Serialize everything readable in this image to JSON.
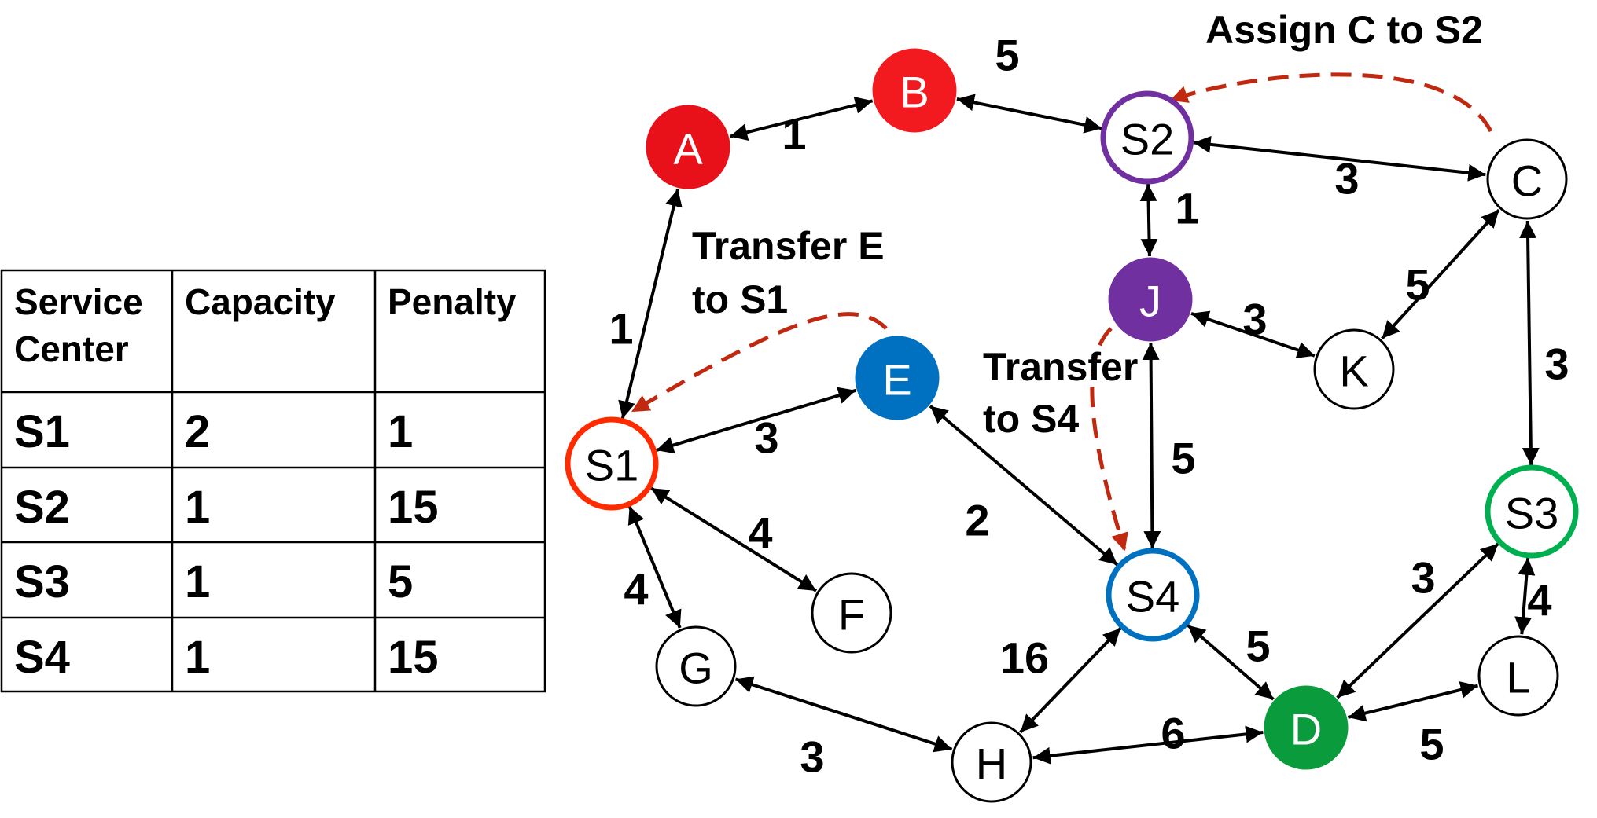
{
  "table": {
    "headers": [
      [
        "Service",
        "Center"
      ],
      [
        "Capacity"
      ],
      [
        "Penalty"
      ]
    ],
    "rows": [
      [
        "S1",
        "2",
        "1"
      ],
      [
        "S2",
        "1",
        "15"
      ],
      [
        "S3",
        "1",
        "5"
      ],
      [
        "S4",
        "1",
        "15"
      ]
    ]
  },
  "graph": {
    "nodes": [
      {
        "id": "A",
        "label": "A",
        "fill": "#e8111a",
        "stroke": "#e8111a",
        "text": "#ffffff"
      },
      {
        "id": "B",
        "label": "B",
        "fill": "#f21a1f",
        "stroke": "#f21a1f",
        "text": "#ffffff"
      },
      {
        "id": "S2",
        "label": "S2",
        "fill": "#ffffff",
        "stroke": "#7030a0",
        "text": "#000000"
      },
      {
        "id": "C",
        "label": "C",
        "fill": "#ffffff",
        "stroke": "#000000",
        "text": "#000000"
      },
      {
        "id": "J",
        "label": "J",
        "fill": "#7030a0",
        "stroke": "#7030a0",
        "text": "#ffffff"
      },
      {
        "id": "K",
        "label": "K",
        "fill": "#ffffff",
        "stroke": "#000000",
        "text": "#000000"
      },
      {
        "id": "E",
        "label": "E",
        "fill": "#0070c0",
        "stroke": "#0070c0",
        "text": "#ffffff"
      },
      {
        "id": "S1",
        "label": "S1",
        "fill": "#ffffff",
        "stroke": "#ff2a00",
        "text": "#000000"
      },
      {
        "id": "S3",
        "label": "S3",
        "fill": "#ffffff",
        "stroke": "#00b050",
        "text": "#000000"
      },
      {
        "id": "S4",
        "label": "S4",
        "fill": "#ffffff",
        "stroke": "#0070c0",
        "text": "#000000"
      },
      {
        "id": "F",
        "label": "F",
        "fill": "#ffffff",
        "stroke": "#000000",
        "text": "#000000"
      },
      {
        "id": "G",
        "label": "G",
        "fill": "#ffffff",
        "stroke": "#000000",
        "text": "#000000"
      },
      {
        "id": "L",
        "label": "L",
        "fill": "#ffffff",
        "stroke": "#000000",
        "text": "#000000"
      },
      {
        "id": "D",
        "label": "D",
        "fill": "#0a9b3c",
        "stroke": "#0a9b3c",
        "text": "#ffffff"
      },
      {
        "id": "H",
        "label": "H",
        "fill": "#ffffff",
        "stroke": "#000000",
        "text": "#000000"
      }
    ],
    "edges": [
      {
        "from": "A",
        "to": "B",
        "weight": "1"
      },
      {
        "from": "B",
        "to": "S2",
        "weight": "5"
      },
      {
        "from": "S2",
        "to": "C",
        "weight": "3"
      },
      {
        "from": "S2",
        "to": "J",
        "weight": "1"
      },
      {
        "from": "C",
        "to": "K",
        "weight": "5"
      },
      {
        "from": "J",
        "to": "K",
        "weight": "3"
      },
      {
        "from": "C",
        "to": "S3",
        "weight": "3"
      },
      {
        "from": "A",
        "to": "S1",
        "weight": "1"
      },
      {
        "from": "S1",
        "to": "E",
        "weight": "3"
      },
      {
        "from": "J",
        "to": "S4",
        "weight": "5"
      },
      {
        "from": "E",
        "to": "S4",
        "weight": "2"
      },
      {
        "from": "S1",
        "to": "F",
        "weight": "4"
      },
      {
        "from": "S1",
        "to": "G",
        "weight": "4"
      },
      {
        "from": "S4",
        "to": "H",
        "weight": "16"
      },
      {
        "from": "S4",
        "to": "D",
        "weight": "5"
      },
      {
        "from": "S3",
        "to": "D",
        "weight": "3"
      },
      {
        "from": "S3",
        "to": "L",
        "weight": "4"
      },
      {
        "from": "G",
        "to": "H",
        "weight": "3"
      },
      {
        "from": "H",
        "to": "D",
        "weight": "6"
      },
      {
        "from": "D",
        "to": "L",
        "weight": "5"
      }
    ],
    "transfers": [
      {
        "id": "assign-c",
        "label_lines": [
          "Assign C to S2"
        ]
      },
      {
        "id": "transfer-e",
        "label_lines": [
          "Transfer E",
          "to S1"
        ]
      },
      {
        "id": "transfer-j",
        "label_lines": [
          "Transfer",
          "to S4"
        ]
      }
    ],
    "colors": {
      "edge": "#000000",
      "transfer_arrow": "#c0280f"
    }
  }
}
